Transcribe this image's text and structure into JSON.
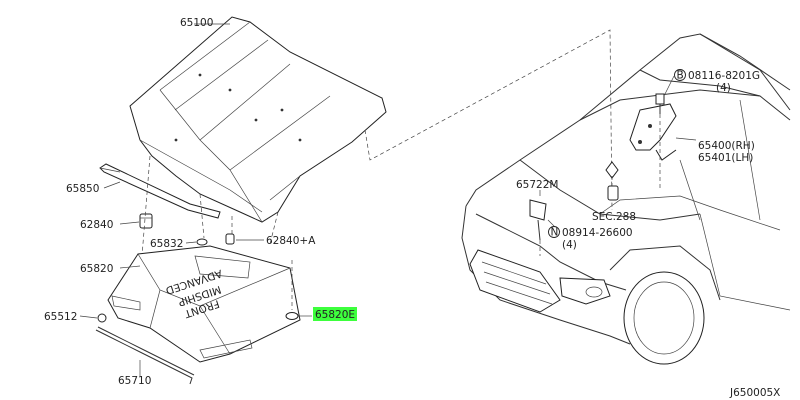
{
  "labels": {
    "hood": "65100",
    "hinge_bolt": "08116-8201G",
    "hinge_bolt_qty": "(4)",
    "hinge_rh": "65400(RH)",
    "hinge_lh": "65401(LH)",
    "hood_seal": "65850",
    "buffer_top": "62840",
    "buffer_side": "62840+A",
    "clip": "65832",
    "insulator": "65820",
    "insulator_clip": "65820E",
    "grommet": "65512",
    "rod": "65710",
    "lock_stay": "65722M",
    "section_ref": "SEC.288",
    "nut": "08914-26600",
    "nut_qty": "(4)",
    "diagram_id": "J650005X",
    "circle_b": "B",
    "circle_n": "N"
  },
  "insulator_text": {
    "line1": "FRONT",
    "line2": "MIDSHIP",
    "line3": "ADVANCED"
  },
  "colors": {
    "highlight": "#3dff3d",
    "ink": "#222222"
  }
}
